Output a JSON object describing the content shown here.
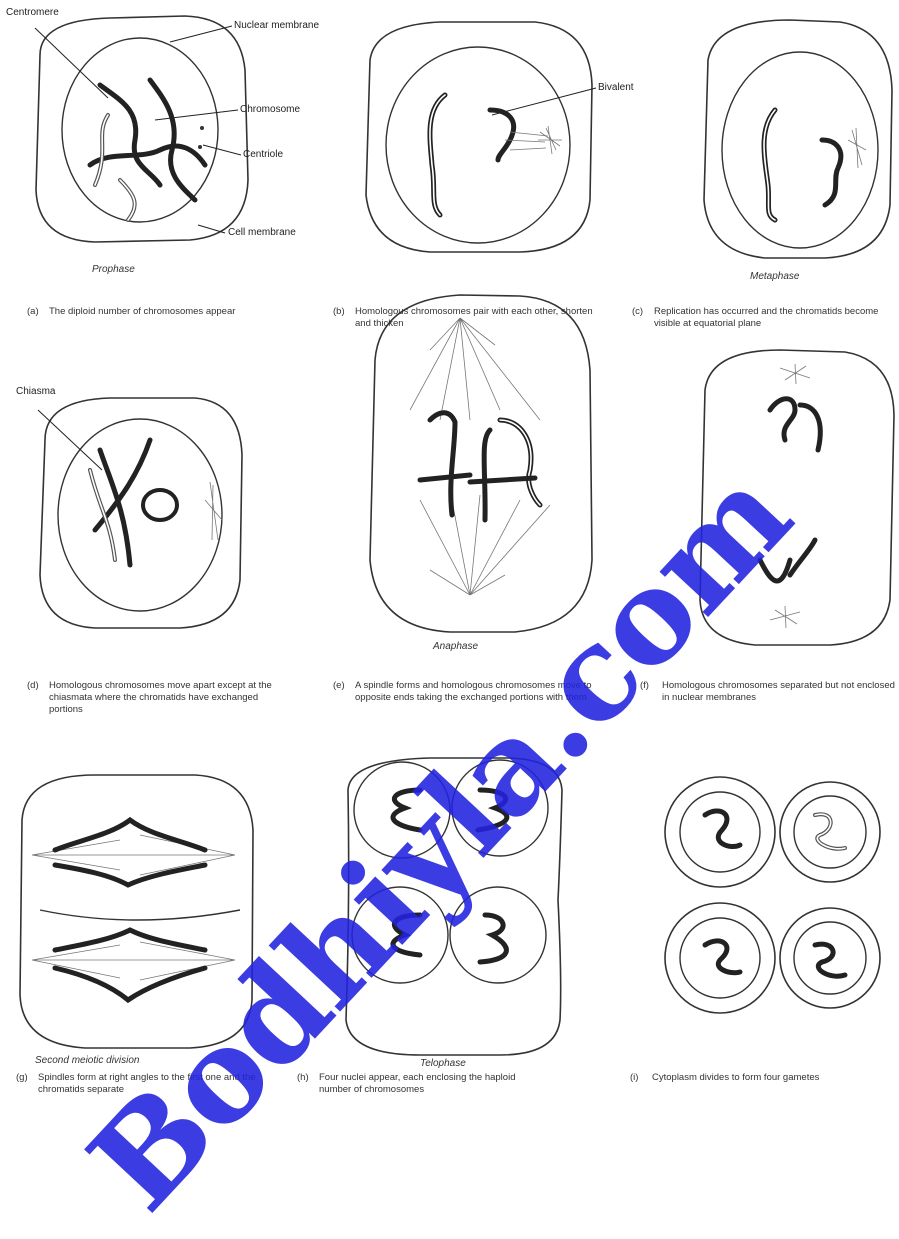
{
  "labels": {
    "centromere": "Centromere",
    "nuclear_membrane": "Nuclear membrane",
    "chromosome": "Chromosome",
    "centriole": "Centriole",
    "cell_membrane": "Cell membrane",
    "bivalent": "Bivalent",
    "chiasma": "Chiasma"
  },
  "stages": {
    "prophase": "Prophase",
    "metaphase": "Metaphase",
    "anaphase": "Anaphase",
    "second_meiotic": "Second meiotic division",
    "telophase": "Telophase"
  },
  "captions": [
    {
      "tag": "(a)",
      "text": "The diploid number of chromosomes appear"
    },
    {
      "tag": "(b)",
      "text": "Homologous chromosomes pair with each other, shorten and thicken"
    },
    {
      "tag": "(c)",
      "text": "Replication has occurred and the chromatids become visible at equatorial plane"
    },
    {
      "tag": "(d)",
      "text": "Homologous chromosomes move apart except at the chiasmata where the chromatids have exchanged portions"
    },
    {
      "tag": "(e)",
      "text": "A spindle forms and homologous chromosomes move to opposite ends taking the exchanged portions with them"
    },
    {
      "tag": "(f)",
      "text": "Homologous chromosomes separated but not enclosed in nuclear membranes"
    },
    {
      "tag": "(g)",
      "text": "Spindles form at right angles to the first one and the chromatids separate"
    },
    {
      "tag": "(h)",
      "text": "Four nuclei appear, each enclosing the haploid number of chromosomes"
    },
    {
      "tag": "(i)",
      "text": "Cytoplasm divides to form four gametes"
    }
  ],
  "watermark": "Bodhiyla.com",
  "colors": {
    "watermark": "#2222e0",
    "ink": "#222222"
  }
}
